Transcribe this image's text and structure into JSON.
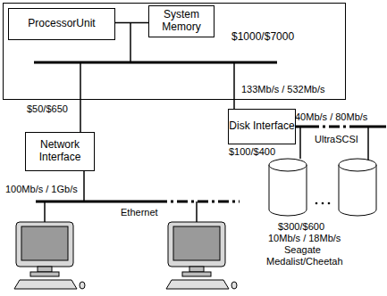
{
  "diagram": {
    "nodes": [
      {
        "text": [
          "$1000/$7000"
        ]
      },
      {
        "text": [
          "ProcessorUnit"
        ],
        "in": 0
      },
      {
        "text": [
          "System Memory"
        ],
        "in": 0
      },
      {
        "text": [
          "Network Interface"
        ]
      },
      {
        "text": [
          "Disk Interface"
        ]
      }
    ],
    "edges": [
      {
        "from": 1,
        "to": 2,
        "arrow": "none"
      }
    ],
    "labels": [
      "133Mb/s / 532Mb/s",
      "$50/$650",
      "100Mb/s / 1Gb/s",
      "Ethernet",
      "40Mb/s / 80Mb/s",
      "UltraSCSI",
      "$100/$400",
      "$300/$600",
      "10Mb/s / 18Mb/s",
      "Seagate",
      "Medalist/Cheetah"
    ]
  }
}
